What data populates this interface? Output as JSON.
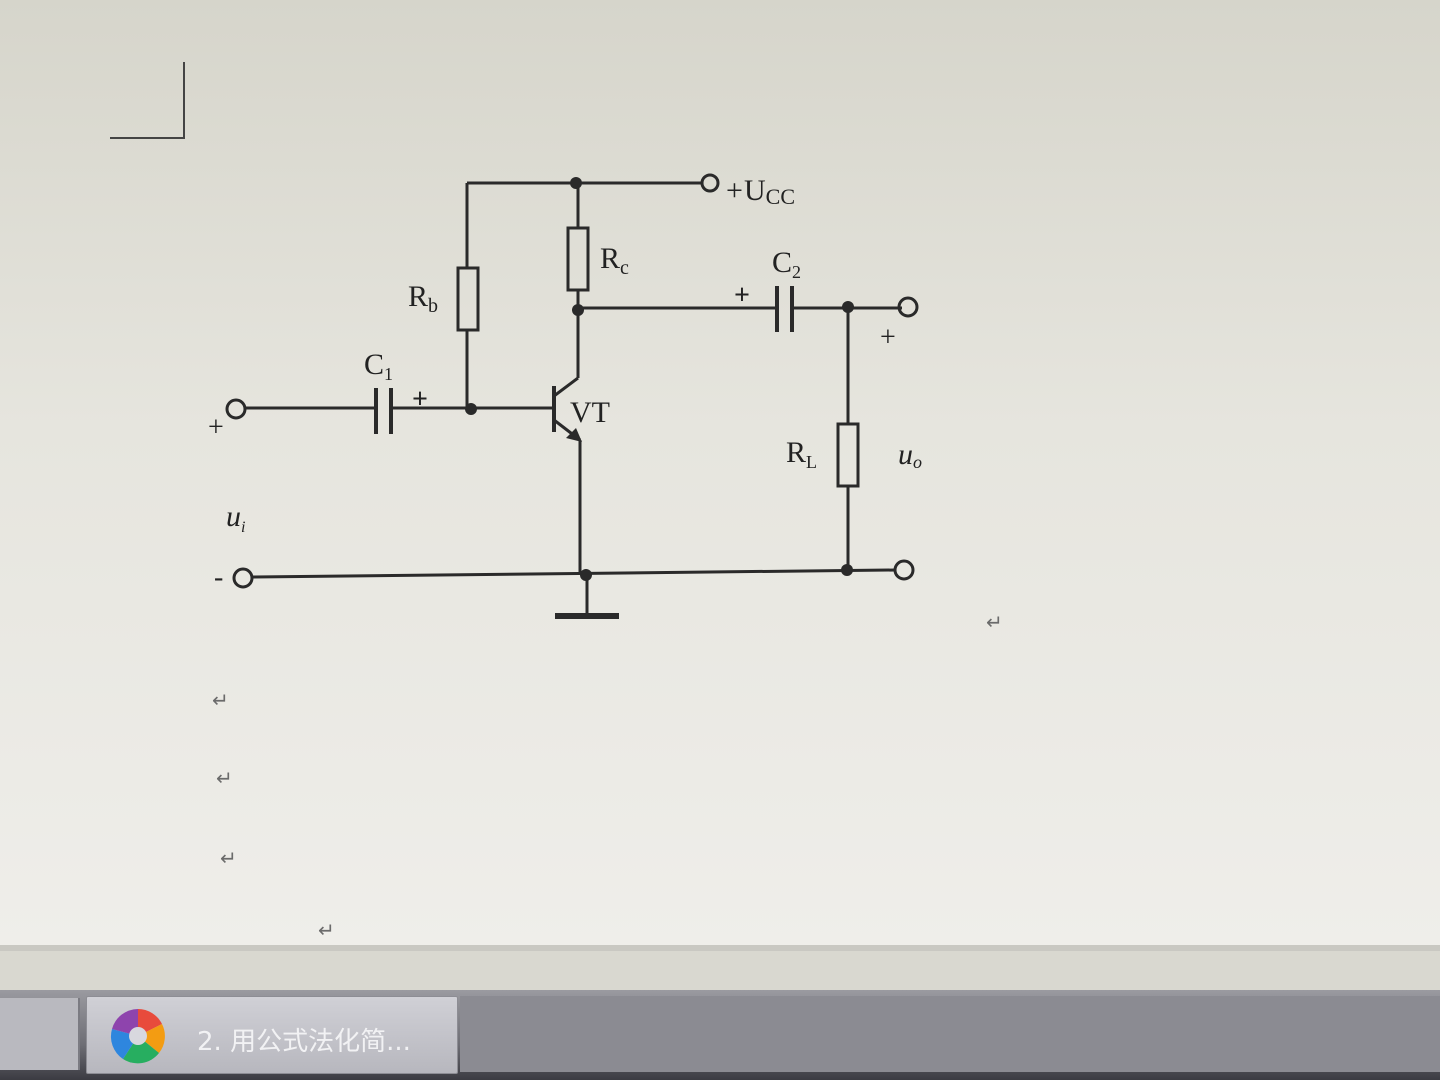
{
  "circuit": {
    "supply_label_plus": "+",
    "supply_label": "U",
    "supply_sub": "CC",
    "rb_label": "R",
    "rb_sub": "b",
    "rc_label": "R",
    "rc_sub": "c",
    "c1_label": "C",
    "c1_sub": "1",
    "c1_plus": "+",
    "c2_label": "C",
    "c2_sub": "2",
    "c2_plus": "+",
    "vt_label": "VT",
    "rl_label": "R",
    "rl_sub": "L",
    "input_plus": "+",
    "input_minus": "-",
    "input_label": "u",
    "input_sub": "i",
    "output_plus": "+",
    "output_label": "u",
    "output_sub": "o"
  },
  "paragraph_marks": [
    "↵",
    "↵",
    "↵",
    "↵",
    "↵"
  ],
  "taskbar": {
    "task_label": "2. 用公式法化简..."
  }
}
